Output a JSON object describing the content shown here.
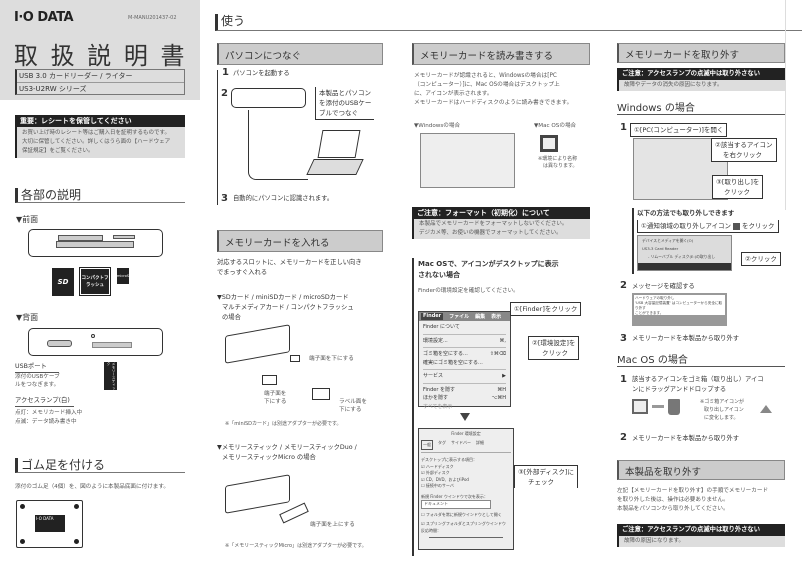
{
  "header": {
    "logo": "I·O DATA",
    "doc_code": "M-MANU201437-02",
    "title": "取 扱 説 明 書",
    "product_line1": "USB 3.0 カードリーダー / ライター",
    "product_line2": "US3-U2RW シリーズ"
  },
  "receipt": {
    "title": "重要：レシートを保管してください",
    "body": [
      "お買い上げ時のレシート等はご購入日を証明するものです。",
      "大切に保管してください。詳しくはうら面の【ハードウェア",
      "保証規定】をご覧ください。"
    ]
  },
  "parts": {
    "heading": "各部の説明",
    "front_label": "▼前面",
    "front_cards": [
      "SD",
      "コンパクトフラッシュ",
      "microSD"
    ],
    "rear_label": "▼背面",
    "rear_card": "メモリースティック",
    "usb_port": "USBポート",
    "usb_desc": [
      "添付のUSBケーブ",
      "ルをつなぎます。"
    ],
    "lamp": "アクセスランプ(白)",
    "lamp_desc": [
      "点灯：メモリカード挿入中",
      "点滅：データ読み書き中"
    ]
  },
  "feet": {
    "heading": "ゴム足を付ける",
    "text": "添付のゴム足（4個）を、図のように本製品底面に付けます。",
    "label_logo": "I-O DATA"
  },
  "use": {
    "heading": "使う",
    "connect": {
      "title": "パソコンにつなぐ",
      "step1": "パソコンを起動する",
      "step2_callout": [
        "本製品とパソコン",
        "を添付のUSBケー",
        "ブルでつなぐ"
      ],
      "step3": "自動的にパソコンに認識されます。",
      "steps": [
        "1",
        "2",
        "3"
      ]
    },
    "insert": {
      "title": "メモリーカードを入れる",
      "text": [
        "対応するスロットに、メモリーカードを正しい向き",
        "でまっすぐ入れる"
      ],
      "sd_heading": [
        "▼SDカード / miniSDカード / microSDカード",
        "マルチメディアカード / コンパクトフラッシュ",
        "の場合"
      ],
      "sd_labels": [
        "端子面を下にする",
        "端子面を",
        "下にする",
        "ラベル面を",
        "下にする"
      ],
      "sd_note": "※「miniSDカード」は別途アダプターが必要です。",
      "ms_heading": [
        "▼メモリースティック / メモリースティックDuo /",
        "メモリースティックMicro の場合"
      ],
      "ms_label": "端子面を上にする",
      "ms_note": "※「メモリースティックMicro」は別途アダプターが必要です。"
    }
  },
  "rw": {
    "title": "メモリーカードを読み書きする",
    "text": [
      "メモリーカードが認識されると、Windowsの場合は[PC",
      "（コンピューター）]に、Mac OSの場合はデスクトップ上",
      "に、アイコンが表示されます。",
      "メモリーカードはハードディスクのように読み書きできます。"
    ],
    "windows_label": "▼Windowsの場合",
    "mac_label": "▼Mac OSの場合",
    "mac_note": [
      "※環境により名称",
      "は異なります。"
    ],
    "format_caution": {
      "title": "ご注意：フォーマット（初期化）について",
      "body": [
        "本製品でメモリーカードをフォーマットしないでください。",
        "デジカメ等、お使いの機器でフォーマットしてください。"
      ]
    },
    "mac_issue": {
      "title": [
        "Mac OSで、アイコンがデスクトップに表示",
        "されない場合"
      ],
      "text": "Finderの環境設定を確認してください。",
      "callouts": [
        "①[Finder]をクリック",
        "②[環境設定]を",
        "クリック",
        "③[外部ディスク]に",
        "チェック"
      ],
      "menu": {
        "bar": [
          "Finder",
          "ファイル",
          "編集",
          "表示"
        ],
        "items": [
          {
            "label": "Finder について",
            "key": ""
          },
          {
            "label": "環境設定...",
            "key": "⌘,"
          },
          {
            "label": "ゴミ箱を空にする...",
            "key": "⇧⌘⌫"
          },
          {
            "label": "確実にゴミ箱を空にする...",
            "key": ""
          },
          {
            "label": "サービス",
            "key": "▶"
          },
          {
            "label": "Finder を隠す",
            "key": "⌘H"
          },
          {
            "label": "ほかを隠す",
            "key": "⌥⌘H"
          },
          {
            "label": "すべてを表示",
            "key": ""
          }
        ]
      },
      "prefs": {
        "title": "Finder 環境設定",
        "tabs": [
          "一般",
          "タグ",
          "サイドバー",
          "詳細"
        ],
        "show_label": "デスクトップに表示する項目：",
        "checks": [
          "ハードディスク",
          "外部ディスク",
          "CD、DVD、およびiPod",
          "接続中のサーバ"
        ],
        "new_window": "新規 Finder ウインドウで次を表示：",
        "folder": "ドキュメント",
        "open_new": "フォルダを常に新規ウインドウとして開く",
        "spring": "スプリングフォルダとスプリングウインドウ",
        "delay": "反応時間："
      }
    }
  },
  "remove": {
    "title": "メモリーカードを取り外す",
    "caution": {
      "title": "ご注意：アクセスランプの点滅中は取り外さない",
      "body": "故障やデータの消失の原因になります。"
    },
    "windows": {
      "heading": "Windows の場合",
      "step1_callout": "①[PC(コンピューター)]を開く",
      "callout2": [
        "②該当するアイコン",
        "を右クリック"
      ],
      "callout3": [
        "③[取り出し]を",
        "クリック"
      ],
      "alt_title": "以下の方法でも取り外しできます",
      "alt_callout1": "①通知領域の取り外しアイコン",
      "alt_callout1b": "をクリック",
      "alt_callout2": "②クリック",
      "notify_items": [
        "デバイスとメディアを開く(O)",
        "US3-3 Card Reader",
        "- リムーバブル ディスク(E:)の取り出し"
      ],
      "step2": "メッセージを確認する",
      "msg": [
        "ハードウェアの取り外し",
        "'USB 大容量記憶装置' はコンピューターから安全に取り外す",
        "ことができます。"
      ],
      "step3": "メモリーカードを本製品から取り外す",
      "steps": [
        "1",
        "2",
        "3"
      ]
    },
    "mac": {
      "heading": "Mac OS の場合",
      "step1": [
        "該当するアイコンをゴミ箱（取り出し）アイコ",
        "ンにドラッグアンドドロップする"
      ],
      "note": [
        "※ゴミ箱アイコンが",
        "取り出しアイコン",
        "に変化します。"
      ],
      "step2": "メモリーカードを本製品から取り外す",
      "steps": [
        "1",
        "2"
      ]
    }
  },
  "unplug": {
    "title": "本製品を取り外す",
    "text": [
      "左記【メモリーカードを取り外す】の手順でメモリーカード",
      "を取り外した後は、操作は必要ありません。",
      "本製品をパソコンから取り外してください。"
    ],
    "caution": {
      "title": "ご注意：アクセスランプの点滅中は取り外さない",
      "body": "故障の原因になります。"
    }
  }
}
